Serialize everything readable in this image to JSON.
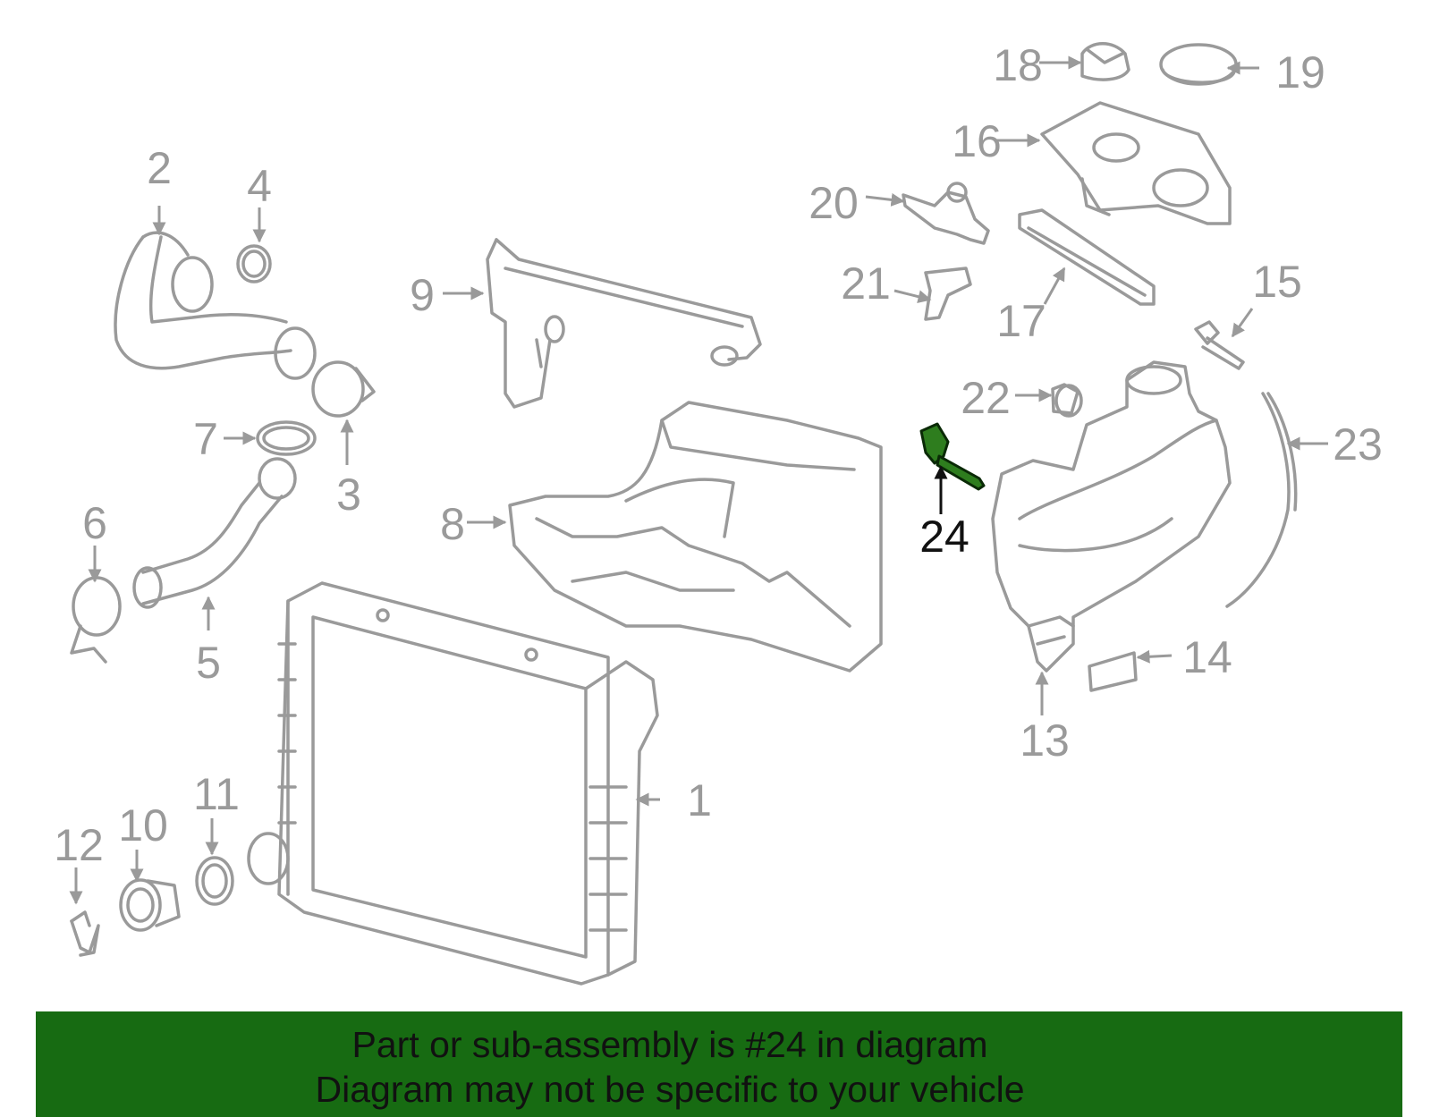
{
  "callouts": {
    "c1": "1",
    "c2": "2",
    "c3": "3",
    "c4": "4",
    "c5": "5",
    "c6": "6",
    "c7": "7",
    "c8": "8",
    "c9": "9",
    "c10": "10",
    "c11": "11",
    "c12": "12",
    "c13": "13",
    "c14": "14",
    "c15": "15",
    "c16": "16",
    "c17": "17",
    "c18": "18",
    "c19": "19",
    "c20": "20",
    "c21": "21",
    "c22": "22",
    "c23": "23",
    "c24": "24"
  },
  "highlight": {
    "part_number": "24",
    "color": "#2e7d1e"
  },
  "banner": {
    "line1": "Part or sub-assembly is #24 in diagram",
    "line2": "Diagram may not be specific to your vehicle",
    "background": "#176b12"
  }
}
